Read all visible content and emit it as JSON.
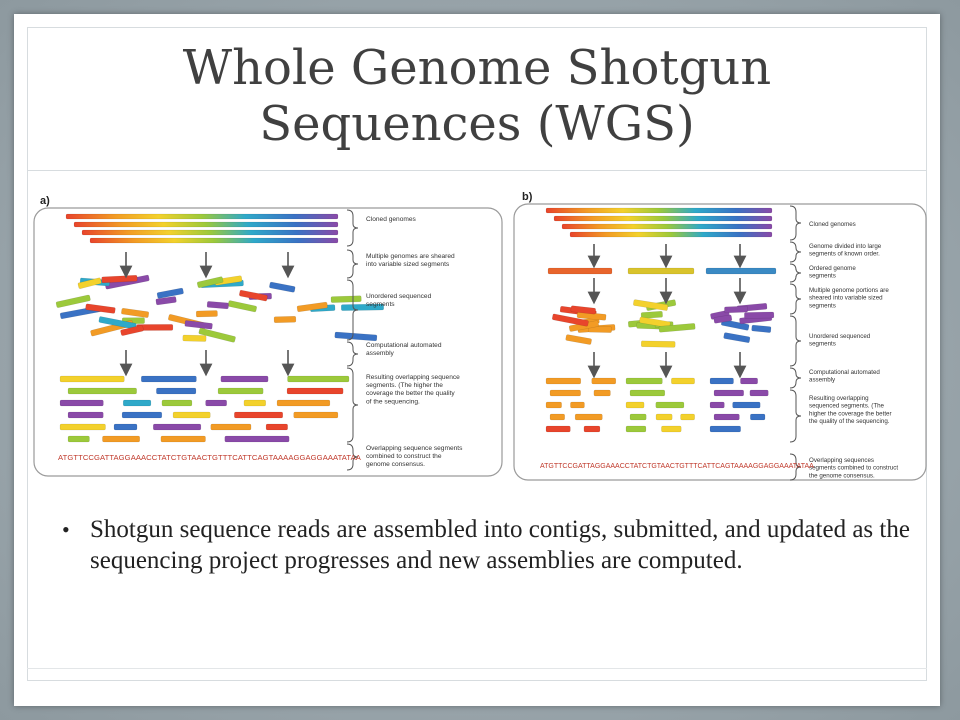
{
  "slide": {
    "title_line1": "Whole Genome Shotgun",
    "title_line2": "Sequences (WGS)",
    "bullets": [
      "Shotgun sequence reads are assembled into contigs, submitted, and updated as the sequencing project progresses and new assemblies are computed."
    ]
  },
  "figure": {
    "panel_a": {
      "label": "a)",
      "steps": [
        [
          "Cloned genomes"
        ],
        [
          "Multiple genomes are sheared",
          "into variable sized segments"
        ],
        [
          "Unordered sequenced",
          "segments"
        ],
        [
          "Computational automated",
          "assembly"
        ],
        [
          "Resulting overlapping sequence",
          "segments. (The higher the",
          "coverage the better the quality",
          "of the sequencing."
        ],
        [
          "Overlapping sequence segments",
          "combined to construct the",
          "genome consensus."
        ]
      ],
      "sequence": "ATGTTCCGATTAGGAAACCTATCTGTAACTGTTTCATTCAGTAAAAGGAGGAAATATAA"
    },
    "panel_b": {
      "label": "b)",
      "steps": [
        [
          "Cloned genomes"
        ],
        [
          "Genome divided into large",
          "segments of known order."
        ],
        [
          "Ordered genome",
          "segments"
        ],
        [
          "Multiple genome portions are",
          "sheared into variable sized",
          "segments"
        ],
        [
          "Unordered sequenced",
          "segments"
        ],
        [
          "Computational automated",
          "assembly"
        ],
        [
          "Resulting overlapping",
          "sequenced segments. (The",
          "higher the coverage the better",
          "the quality of the sequencing."
        ],
        [
          "Overlapping sequences",
          "segments combined to construct",
          "the genome consensus."
        ]
      ],
      "sequence": "ATGTTCCGATTAGGAAACCTATCTGTAACTGTTTCATTCAGTAAAAGGAGGAAATATAA"
    },
    "colors": {
      "rainbow": [
        "#e8452c",
        "#f29b25",
        "#f3d12c",
        "#9cc93b",
        "#2fa9c9",
        "#3a72c4",
        "#8a4aa8"
      ],
      "arrow": "#555555",
      "panel_border": "#9a9a9a"
    }
  }
}
